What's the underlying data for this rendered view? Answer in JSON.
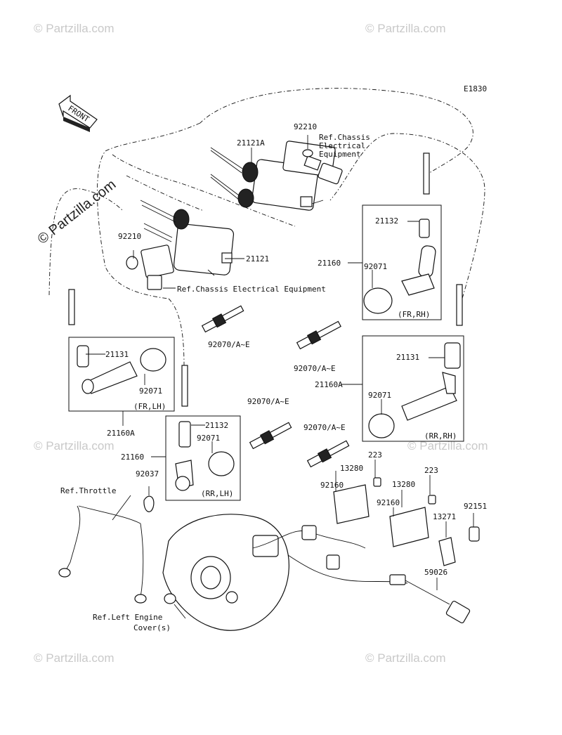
{
  "diagram_code": "E1830",
  "front_label": "FRONT",
  "watermark": {
    "text": "© Partzilla.com"
  },
  "labels": {
    "p92210_top": "92210",
    "p21121A": "21121A",
    "ref_chassis_top": "Ref.Chassis",
    "ref_chassis_top_2": "Electrical",
    "ref_chassis_top_3": "Equipment",
    "p21132_fr_rh": "21132",
    "p92210_left": "92210",
    "p21121": "21121",
    "p21160_top": "21160",
    "p92071_fr_rh": "92071",
    "ref_chassis_mid": "Ref.Chassis Electrical Equipment",
    "tag_fr_rh": "(FR,RH)",
    "p21131_left": "21131",
    "p92070_a": "92070/A~E",
    "p92070_b": "92070/A~E",
    "p21131_right": "21131",
    "p92071_fr_lh": "92071",
    "tag_fr_lh": "(FR,LH)",
    "p21160A_right": "21160A",
    "p92071_rr_rh": "92071",
    "p21160A_left": "21160A",
    "p92070_c": "92070/A~E",
    "p92070_d": "92070/A~E",
    "p21132_rr_lh": "21132",
    "p92071_rr_lh": "92071",
    "tag_rr_rh": "(RR,RH)",
    "p21160_left": "21160",
    "p223_a": "223",
    "p13280_a": "13280",
    "p223_b": "223",
    "p92037": "92037",
    "p92160_a": "92160",
    "p13280_b": "13280",
    "ref_throttle": "Ref.Throttle",
    "tag_rr_lh": "(RR,LH)",
    "p92160_b": "92160",
    "p92151": "92151",
    "p13271": "13271",
    "p59026": "59026",
    "ref_engine_cover": "Ref.Left Engine",
    "ref_engine_cover_2": "Cover(s)"
  }
}
